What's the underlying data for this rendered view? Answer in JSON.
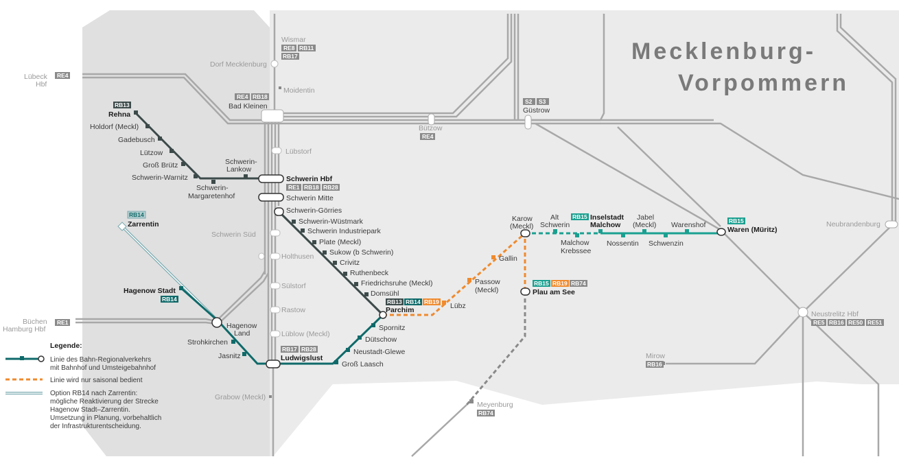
{
  "title": {
    "line1": "Mecklenburg-",
    "line2": "Vorpommern"
  },
  "colors": {
    "rb13": "#3d4a4a",
    "rb14": "#0f6a6a",
    "rb15": "#1aa090",
    "rb19": "#ef8a2e",
    "rb74": "#8a8a8a",
    "state_bg": "#ebebeb",
    "track": "#a8a8a8"
  },
  "stations": [
    {
      "id": "wismar",
      "label": "Wismar",
      "cls": "lbl-g"
    },
    {
      "id": "dorf-mecklenburg",
      "label": "Dorf Mecklenburg",
      "cls": "lbl-g"
    },
    {
      "id": "moidentin",
      "label": "Moidentin",
      "cls": "lbl-g"
    },
    {
      "id": "bad-kleinen",
      "label": "Bad Kleinen",
      "cls": "lbl"
    },
    {
      "id": "luebeck",
      "label": "Lübeck",
      "cls": "lbl-g"
    },
    {
      "id": "luebeck-hbf",
      "label": "Hbf",
      "cls": "lbl-g"
    },
    {
      "id": "rehna",
      "label": "Rehna",
      "cls": "lbl-b"
    },
    {
      "id": "holdorf",
      "label": "Holdorf (Meckl)",
      "cls": "lbl"
    },
    {
      "id": "gadebusch",
      "label": "Gadebusch",
      "cls": "lbl"
    },
    {
      "id": "luetzow",
      "label": "Lützow",
      "cls": "lbl"
    },
    {
      "id": "gross-bruetz",
      "label": "Groß Brütz",
      "cls": "lbl"
    },
    {
      "id": "schwerin-warnitz",
      "label": "Schwerin-Warnitz",
      "cls": "lbl"
    },
    {
      "id": "schwerin-lankow-1",
      "label": "Schwerin-",
      "cls": "lbl"
    },
    {
      "id": "schwerin-lankow-2",
      "label": "Lankow",
      "cls": "lbl"
    },
    {
      "id": "schwerin-marg-1",
      "label": "Schwerin-",
      "cls": "lbl"
    },
    {
      "id": "schwerin-marg-2",
      "label": "Margaretenhof",
      "cls": "lbl"
    },
    {
      "id": "buetzow",
      "label": "Bützow",
      "cls": "lbl-g"
    },
    {
      "id": "guestrow",
      "label": "Güstrow",
      "cls": "lbl"
    },
    {
      "id": "luebstorf",
      "label": "Lübstorf",
      "cls": "lbl-g"
    },
    {
      "id": "schwerin-hbf",
      "label": "Schwerin Hbf",
      "cls": "lbl-b"
    },
    {
      "id": "schwerin-mitte",
      "label": "Schwerin Mitte",
      "cls": "lbl"
    },
    {
      "id": "schwerin-goerries",
      "label": "Schwerin-Görries",
      "cls": "lbl"
    },
    {
      "id": "schwerin-wuestmark",
      "label": "Schwerin-Wüstmark",
      "cls": "lbl"
    },
    {
      "id": "schwerin-industriepark",
      "label": "Schwerin Industriepark",
      "cls": "lbl"
    },
    {
      "id": "plate",
      "label": "Plate (Meckl)",
      "cls": "lbl"
    },
    {
      "id": "sukow",
      "label": "Sukow (b Schwerin)",
      "cls": "lbl"
    },
    {
      "id": "crivitz",
      "label": "Crivitz",
      "cls": "lbl"
    },
    {
      "id": "ruthenbeck",
      "label": "Ruthenbeck",
      "cls": "lbl"
    },
    {
      "id": "friedrichsruhe",
      "label": "Friedrichsruhe (Meckl)",
      "cls": "lbl"
    },
    {
      "id": "domsuehl",
      "label": "Domsühl",
      "cls": "lbl"
    },
    {
      "id": "parchim",
      "label": "Parchim",
      "cls": "lbl-b"
    },
    {
      "id": "schwerin-sued",
      "label": "Schwerin Süd",
      "cls": "lbl-g"
    },
    {
      "id": "holthusen",
      "label": "Holthusen",
      "cls": "lbl-g"
    },
    {
      "id": "suelstorf",
      "label": "Sülstorf",
      "cls": "lbl-g"
    },
    {
      "id": "rastow",
      "label": "Rastow",
      "cls": "lbl-g"
    },
    {
      "id": "lueblow",
      "label": "Lüblow (Meckl)",
      "cls": "lbl-g"
    },
    {
      "id": "zarrentin",
      "label": "Zarrentin",
      "cls": "lbl-b"
    },
    {
      "id": "hagenow-stadt",
      "label": "Hagenow Stadt",
      "cls": "lbl-b"
    },
    {
      "id": "hagenow-land-1",
      "label": "Hagenow",
      "cls": "lbl"
    },
    {
      "id": "hagenow-land-2",
      "label": "Land",
      "cls": "lbl"
    },
    {
      "id": "buechen",
      "label": "Büchen",
      "cls": "lbl-g"
    },
    {
      "id": "hamburg-hbf",
      "label": "Hamburg Hbf",
      "cls": "lbl-g"
    },
    {
      "id": "strohkirchen",
      "label": "Strohkirchen",
      "cls": "lbl"
    },
    {
      "id": "jasnitz",
      "label": "Jasnitz",
      "cls": "lbl"
    },
    {
      "id": "ludwigslust",
      "label": "Ludwigslust",
      "cls": "lbl-b"
    },
    {
      "id": "gross-laasch",
      "label": "Groß Laasch",
      "cls": "lbl"
    },
    {
      "id": "neustadt-glewe",
      "label": "Neustadt-Glewe",
      "cls": "lbl"
    },
    {
      "id": "duetschow",
      "label": "Dütschow",
      "cls": "lbl"
    },
    {
      "id": "spornitz",
      "label": "Spornitz",
      "cls": "lbl"
    },
    {
      "id": "luebz",
      "label": "Lübz",
      "cls": "lbl"
    },
    {
      "id": "passow-1",
      "label": "Passow",
      "cls": "lbl"
    },
    {
      "id": "passow-2",
      "label": "(Meckl)",
      "cls": "lbl"
    },
    {
      "id": "gallin",
      "label": "Gallin",
      "cls": "lbl"
    },
    {
      "id": "karow-1",
      "label": "Karow",
      "cls": "lbl"
    },
    {
      "id": "karow-2",
      "label": "(Meckl)",
      "cls": "lbl"
    },
    {
      "id": "alt-schwerin-1",
      "label": "Alt",
      "cls": "lbl"
    },
    {
      "id": "alt-schwerin-2",
      "label": "Schwerin",
      "cls": "lbl"
    },
    {
      "id": "malchow-krebssee-1",
      "label": "Malchow",
      "cls": "lbl"
    },
    {
      "id": "malchow-krebssee-2",
      "label": "Krebssee",
      "cls": "lbl"
    },
    {
      "id": "inselstadt-1",
      "label": "Inselstadt",
      "cls": "lbl-b"
    },
    {
      "id": "inselstadt-2",
      "label": "Malchow",
      "cls": "lbl-b"
    },
    {
      "id": "nossentin",
      "label": "Nossentin",
      "cls": "lbl"
    },
    {
      "id": "jabel-1",
      "label": "Jabel",
      "cls": "lbl"
    },
    {
      "id": "jabel-2",
      "label": "(Meckl)",
      "cls": "lbl"
    },
    {
      "id": "schwenzin",
      "label": "Schwenzin",
      "cls": "lbl"
    },
    {
      "id": "warenshof",
      "label": "Warenshof",
      "cls": "lbl"
    },
    {
      "id": "waren",
      "label": "Waren (Müritz)",
      "cls": "lbl-b"
    },
    {
      "id": "neubrandenburg",
      "label": "Neubrandenburg",
      "cls": "lbl-g"
    },
    {
      "id": "neustrelitz",
      "label": "Neustrelitz Hbf",
      "cls": "lbl-g"
    },
    {
      "id": "plau",
      "label": "Plau am See",
      "cls": "lbl-b"
    },
    {
      "id": "mirow",
      "label": "Mirow",
      "cls": "lbl-g"
    },
    {
      "id": "grabow",
      "label": "Grabow (Meckl)",
      "cls": "lbl-g"
    },
    {
      "id": "meyenburg",
      "label": "Meyenburg",
      "cls": "lbl-g"
    }
  ],
  "badges": [
    {
      "id": "wismar-re8",
      "text": "RE8",
      "color": "#8a8a8a"
    },
    {
      "id": "wismar-rb11",
      "text": "RB11",
      "color": "#8a8a8a"
    },
    {
      "id": "wismar-rb17",
      "text": "RB17",
      "color": "#8a8a8a"
    },
    {
      "id": "luebeck-re4",
      "text": "RE4",
      "color": "#8a8a8a"
    },
    {
      "id": "bk-re4",
      "text": "RE4",
      "color": "#8a8a8a"
    },
    {
      "id": "bk-rb18",
      "text": "RB18",
      "color": "#8a8a8a"
    },
    {
      "id": "rehna-rb13",
      "text": "RB13",
      "color": "#3d4a4a"
    },
    {
      "id": "guestrow-s2",
      "text": "S2",
      "color": "#8a8a8a"
    },
    {
      "id": "guestrow-s3",
      "text": "S3",
      "color": "#8a8a8a"
    },
    {
      "id": "buetzow-re4",
      "text": "RE4",
      "color": "#8a8a8a"
    },
    {
      "id": "sh-re1",
      "text": "RE1",
      "color": "#8a8a8a"
    },
    {
      "id": "sh-rb18",
      "text": "RB18",
      "color": "#8a8a8a"
    },
    {
      "id": "sh-rb28",
      "text": "RB28",
      "color": "#8a8a8a"
    },
    {
      "id": "zarrentin-rb14",
      "text": "RB14",
      "color": "#b5cfd0"
    },
    {
      "id": "hagenow-rb14",
      "text": "RB14",
      "color": "#0f6a6a"
    },
    {
      "id": "buechen-re1",
      "text": "RE1",
      "color": "#8a8a8a"
    },
    {
      "id": "ll-rb17",
      "text": "RB17",
      "color": "#8a8a8a"
    },
    {
      "id": "ll-rb28",
      "text": "RB28",
      "color": "#8a8a8a"
    },
    {
      "id": "parchim-rb13",
      "text": "RB13",
      "color": "#3d4a4a"
    },
    {
      "id": "parchim-rb14",
      "text": "RB14",
      "color": "#0f6a6a"
    },
    {
      "id": "parchim-rb19",
      "text": "RB19",
      "color": "#ef8a2e"
    },
    {
      "id": "malchow-rb15",
      "text": "RB15",
      "color": "#1aa090"
    },
    {
      "id": "waren-rb15",
      "text": "RB15",
      "color": "#1aa090"
    },
    {
      "id": "plau-rb15",
      "text": "RB15",
      "color": "#1aa090"
    },
    {
      "id": "plau-rb19",
      "text": "RB19",
      "color": "#ef8a2e"
    },
    {
      "id": "plau-rb74",
      "text": "RB74",
      "color": "#8a8a8a"
    },
    {
      "id": "neustrelitz-re5",
      "text": "RE5",
      "color": "#8a8a8a"
    },
    {
      "id": "neustrelitz-rb16",
      "text": "RB16",
      "color": "#8a8a8a"
    },
    {
      "id": "neustrelitz-re50",
      "text": "RE50",
      "color": "#8a8a8a"
    },
    {
      "id": "neustrelitz-re51",
      "text": "RE51",
      "color": "#8a8a8a"
    },
    {
      "id": "mirow-rb16",
      "text": "RB16",
      "color": "#8a8a8a"
    },
    {
      "id": "meyenburg-rb74",
      "text": "RB74",
      "color": "#8a8a8a"
    }
  ],
  "legend": {
    "title": "Legende:",
    "item1_line1": "Linie des Bahn-Regionalverkehrs",
    "item1_line2": "mit Bahnhof und Umsteigebahnhof",
    "item2": "Linie wird nur saisonal bedient",
    "item3_line1": "Option RB14 nach Zarrentin:",
    "item3_line2": "mögliche Reaktivierung der Strecke",
    "item3_line3": "Hagenow Stadt–Zarrentin.",
    "item3_line4": "Umsetzung in Planung, vorbehaltlich",
    "item3_line5": "der Infrastrukturentscheidung."
  }
}
